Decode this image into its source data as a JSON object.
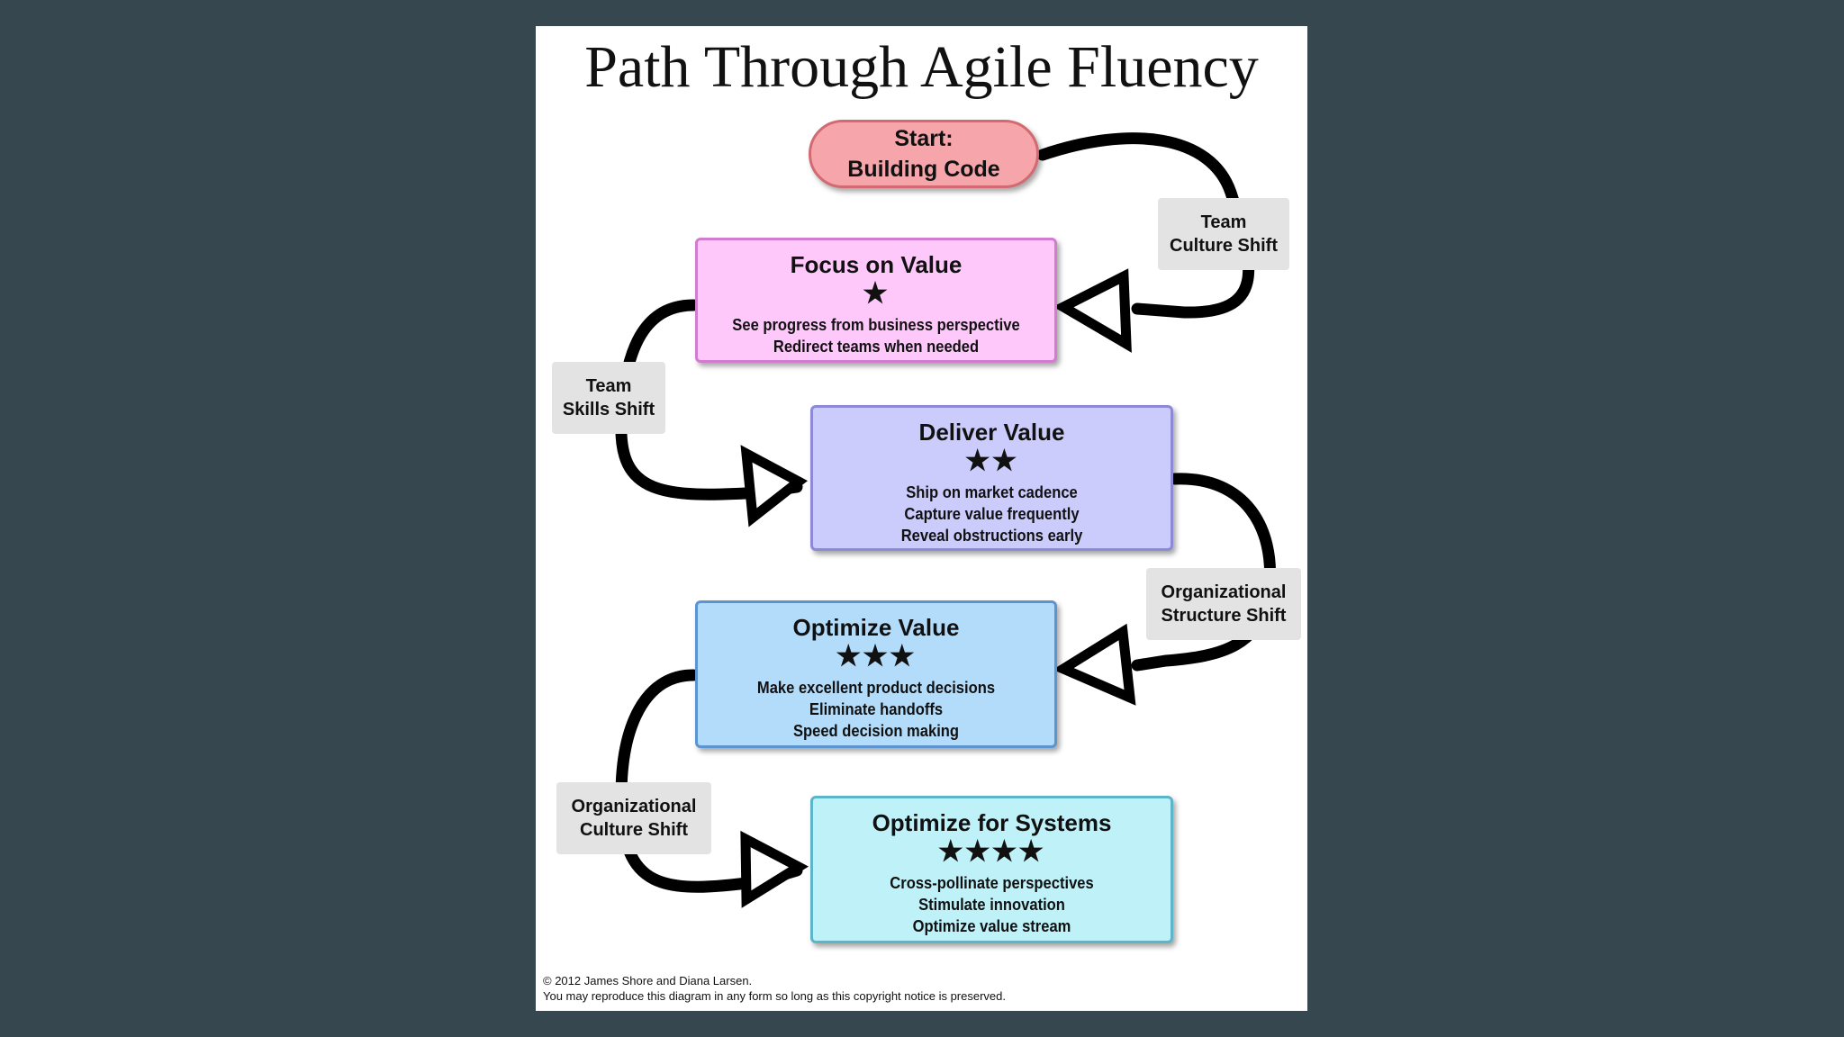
{
  "title": "Path Through Agile Fluency",
  "start": {
    "line1": "Start:",
    "line2": "Building Code"
  },
  "stages": [
    {
      "name": "Focus on Value",
      "stars": "★",
      "lines": [
        "See progress from business perspective",
        "Redirect teams when needed"
      ]
    },
    {
      "name": "Deliver Value",
      "stars": "★★",
      "lines": [
        "Ship on market cadence",
        "Capture value frequently",
        "Reveal obstructions early"
      ]
    },
    {
      "name": "Optimize Value",
      "stars": "★★★",
      "lines": [
        "Make excellent product decisions",
        "Eliminate handoffs",
        "Speed decision making"
      ]
    },
    {
      "name": "Optimize for Systems",
      "stars": "★★★★",
      "lines": [
        "Cross-pollinate perspectives",
        "Stimulate innovation",
        "Optimize value stream"
      ]
    }
  ],
  "shifts": {
    "team_culture": "Team\nCulture Shift",
    "team_skills": "Team\nSkills Shift",
    "org_structure": "Organizational\nStructure Shift",
    "org_culture": "Organizational\nCulture Shift"
  },
  "copyright": {
    "line1": "© 2012 James Shore and Diana Larsen.",
    "line2": "You may reproduce this diagram in any form so long as this copyright notice is preserved."
  },
  "colors": {
    "background": "#37474f",
    "start": "#f6a6ab",
    "focus": "#ffc8fb",
    "deliver": "#ccccfc",
    "optimize": "#b3dcfb",
    "systems": "#bff1f9"
  }
}
